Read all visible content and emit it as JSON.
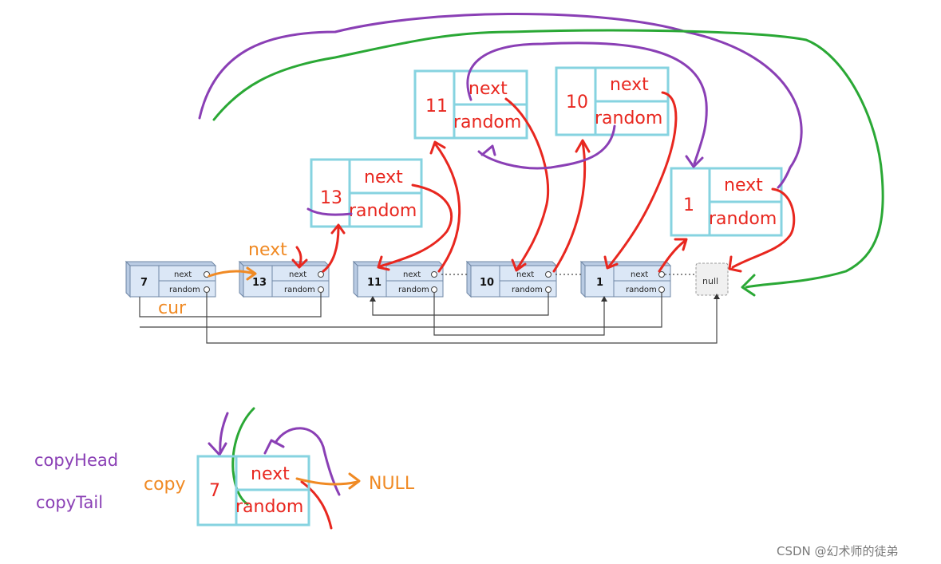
{
  "original_list": {
    "nodes": [
      {
        "value": "7",
        "next_label": "next",
        "random_label": "random"
      },
      {
        "value": "13",
        "next_label": "next",
        "random_label": "random"
      },
      {
        "value": "11",
        "next_label": "next",
        "random_label": "random"
      },
      {
        "value": "10",
        "next_label": "next",
        "random_label": "random"
      },
      {
        "value": "1",
        "next_label": "next",
        "random_label": "random"
      }
    ],
    "null_label": "null"
  },
  "copy_nodes": [
    {
      "value": "13",
      "next_label": "next",
      "random_label": "random"
    },
    {
      "value": "11",
      "next_label": "next",
      "random_label": "random"
    },
    {
      "value": "10",
      "next_label": "next",
      "random_label": "random"
    },
    {
      "value": "1",
      "next_label": "next",
      "random_label": "random"
    }
  ],
  "annotations": {
    "next": "next",
    "cur": "cur"
  },
  "copy_section": {
    "copy_head": "copyHead",
    "copy_tail": "copyTail",
    "copy": "copy",
    "node_value": "7",
    "next_label": "next",
    "random_label": "random",
    "null_text": "NULL"
  },
  "watermark": "CSDN @幻术师的徒弟",
  "colors": {
    "copy_box": "#86d3e0",
    "label_red": "#e8271f",
    "annotation_orange": "#f08a24",
    "annotation_purple": "#8a3fb5",
    "arrow_green": "#2aa835",
    "original_node": "#dbe7f6"
  }
}
